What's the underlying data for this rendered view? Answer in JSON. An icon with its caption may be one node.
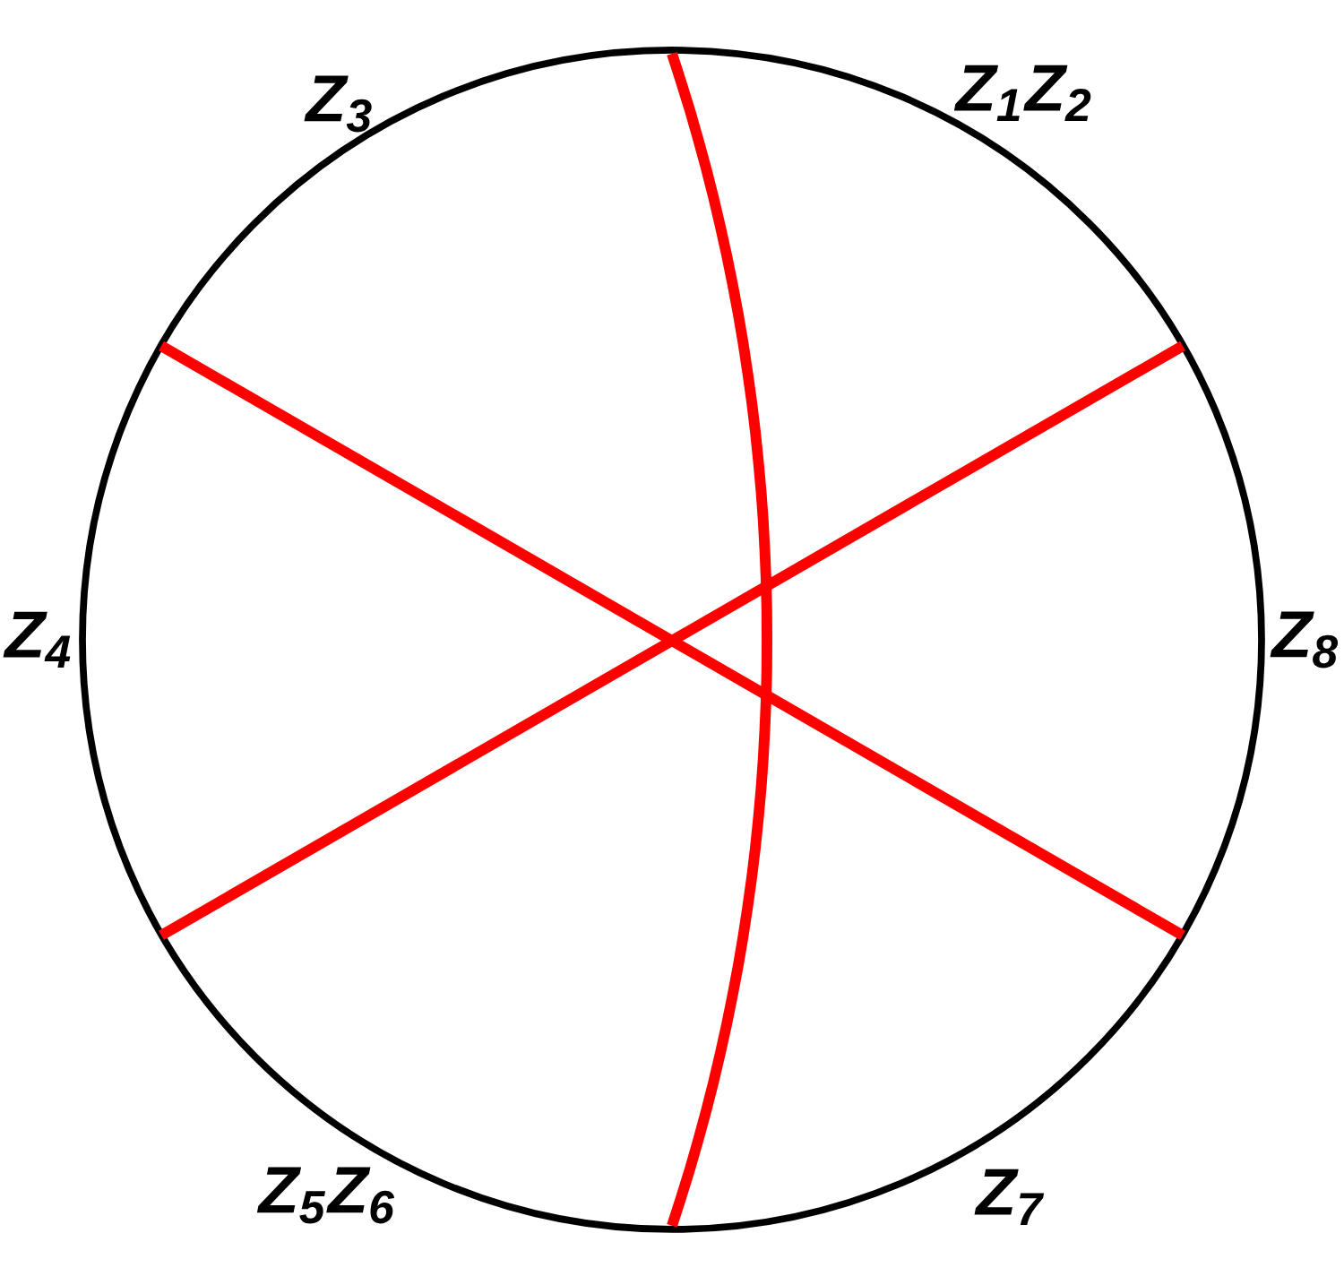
{
  "diagram": {
    "labels": [
      "Z$_{3}$",
      "Z$_{1}$Z$_{2}$",
      "Z$_{4}$",
      "Z$_{8}$",
      "Z$_{5}$Z$_{6}$",
      "Z$_{7}$"
    ]
  }
}
